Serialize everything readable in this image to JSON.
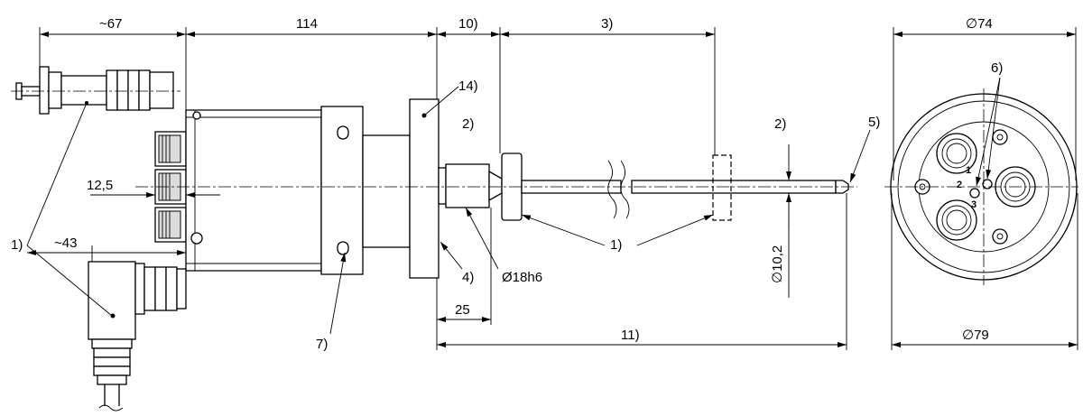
{
  "drawing": {
    "dimensions": {
      "connector_length": "~67",
      "housing_length": "114",
      "note_10": "10)",
      "note_3": "3)",
      "shaft_step": "12,5",
      "angled_connector_length": "~43",
      "front_diameter": "∅74",
      "rear_diameter": "∅79",
      "rod_diameter": "∅10,2",
      "shaft_diameter": "Ø18h6",
      "flange_depth": "25",
      "total_length": "11)"
    },
    "callouts": {
      "c1_left": "1)",
      "c1_right": "1)",
      "c2_top": "2)",
      "c2_right": "2)",
      "c4": "4)",
      "c5": "5)",
      "c6": "6)",
      "c7": "7)",
      "c14": "14)"
    },
    "connector_pins": {
      "p1": "1",
      "p2": "2",
      "p3": "3"
    }
  }
}
